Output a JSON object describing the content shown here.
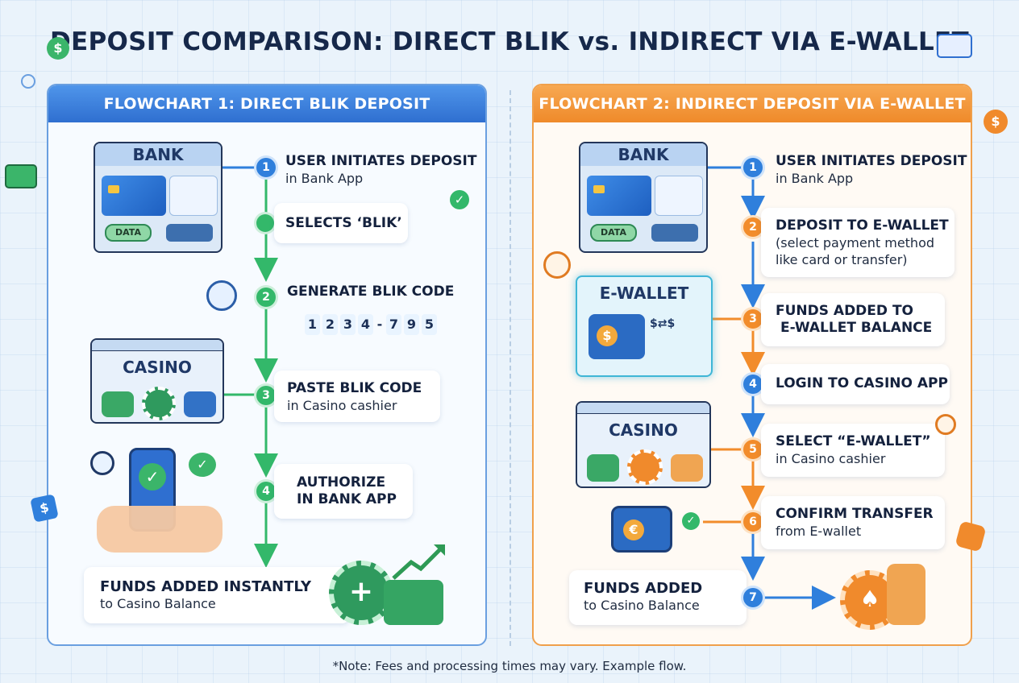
{
  "title": "DEPOSIT COMPARISON: DIRECT BLIK vs. INDIRECT VIA E-WALLET",
  "flow1": {
    "header": "FLOWCHART 1: DIRECT BLIK DEPOSIT",
    "bank_label": "BANK",
    "data_label": "DATA",
    "casino_label": "CASINO",
    "steps": [
      {
        "num": "1",
        "title": "USER INITIATES DEPOSIT",
        "sub": "in Bank App"
      },
      {
        "num": "",
        "title": "SELECTS ‘BLIK’",
        "sub": ""
      },
      {
        "num": "2",
        "title": "GENERATE BLIK CODE",
        "sub": ""
      },
      {
        "num": "3",
        "title": "PASTE BLIK CODE",
        "sub": "in Casino cashier"
      },
      {
        "num": "4",
        "title": "AUTHORIZE",
        "sub": "IN BANK APP"
      }
    ],
    "code_digits": [
      "1",
      "2",
      "3",
      "4",
      "-",
      "7",
      "9",
      "5"
    ],
    "final": {
      "title": "FUNDS ADDED INSTANTLY",
      "sub": "to Casino Balance"
    }
  },
  "flow2": {
    "header": "FLOWCHART 2: INDIRECT DEPOSIT VIA E-WALLET",
    "bank_label": "BANK",
    "data_label": "DATA",
    "ewallet_label": "E-WALLET",
    "casino_label": "CASINO",
    "steps": [
      {
        "num": "1",
        "title": "USER INITIATES DEPOSIT",
        "sub": "in Bank App"
      },
      {
        "num": "2",
        "title": "DEPOSIT TO E-WALLET",
        "sub": "(select payment method",
        "sub2": "like card or transfer)"
      },
      {
        "num": "3",
        "title": "FUNDS ADDED TO",
        "sub": "E-WALLET BALANCE"
      },
      {
        "num": "4",
        "title": "LOGIN TO CASINO APP",
        "sub": ""
      },
      {
        "num": "5",
        "title": "SELECT “E-WALLET”",
        "sub": "in Casino cashier"
      },
      {
        "num": "6",
        "title": "CONFIRM TRANSFER",
        "sub": "from E-wallet"
      }
    ],
    "final": {
      "num": "7",
      "title": "FUNDS ADDED",
      "sub": "to Casino Balance"
    }
  },
  "note": "*Note: Fees and processing times may vary. Example flow.",
  "colors": {
    "blue": "#2f7fdc",
    "green": "#33b86a",
    "orange": "#f28c2b",
    "navy": "#16284a"
  }
}
